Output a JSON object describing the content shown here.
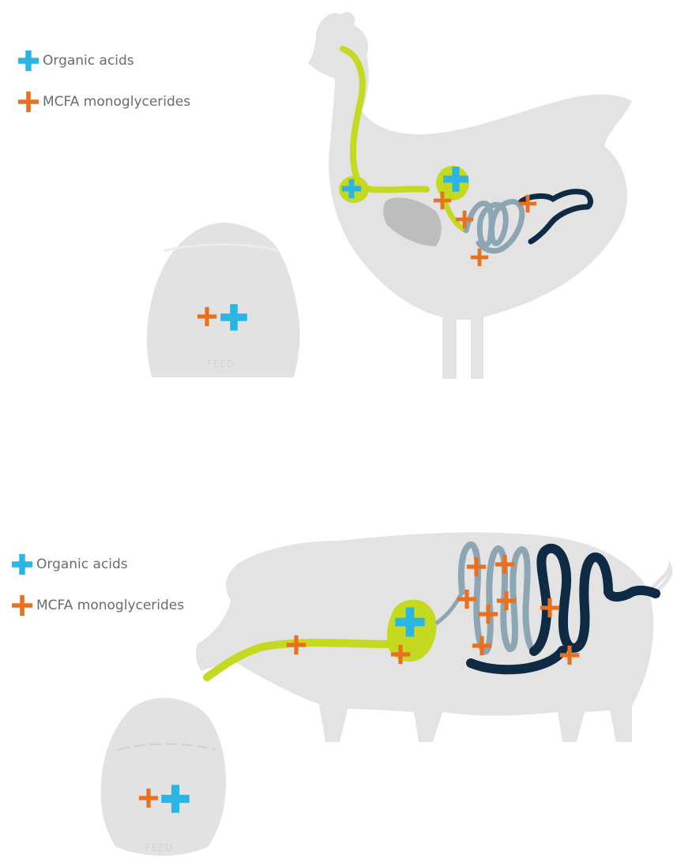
{
  "legend": {
    "organic_acids": "Organic acids",
    "mcfa_monoglycerides": "MCFA monoglycerides"
  },
  "feed_bag_label": "FEED",
  "colors": {
    "organic_acids": "#29b6e3",
    "mcfa_monoglycerides": "#e8701e",
    "animal_silhouette": "#e3e3e3",
    "feed_bag": "#e2e2e2",
    "digestive_upper": "#c4d91f",
    "small_intestine": "#8da6b3",
    "large_intestine": "#0f2a44",
    "gizzard": "#bdbdbd"
  },
  "icons": {
    "organic_acids": "cross-icon",
    "mcfa_monoglycerides": "cross-icon"
  }
}
